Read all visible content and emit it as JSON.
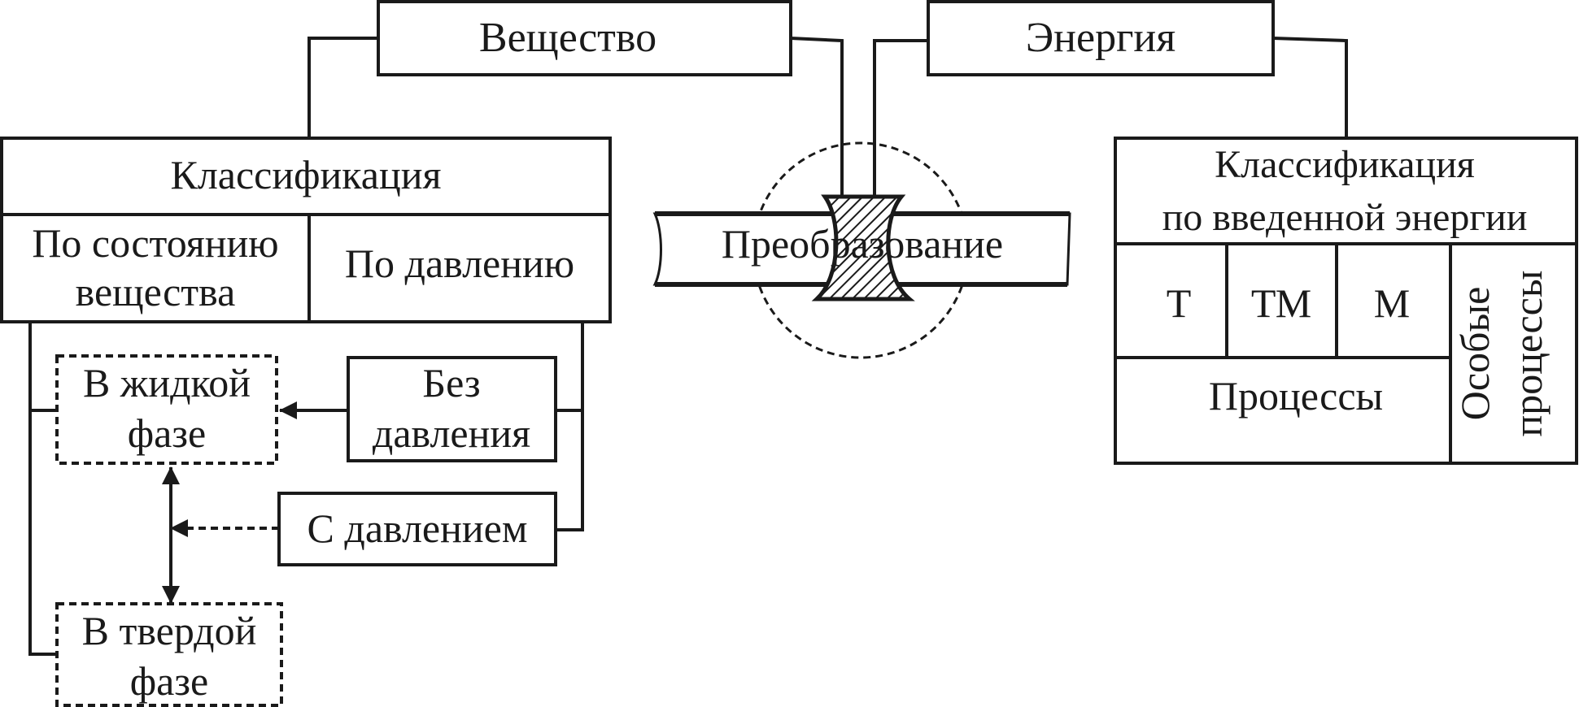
{
  "substance": {
    "title": "Вещество",
    "classification": "Классификация",
    "by_state_line1": "По состоянию",
    "by_state_line2": "вещества",
    "by_pressure": "По давлению",
    "liquid_line1": "В  жидкой",
    "liquid_line2": "фазе",
    "solid_line1": "В твердой",
    "solid_line2": "фазе",
    "no_pressure_line1": "Без",
    "no_pressure_line2": "давления",
    "with_pressure": "С давлением"
  },
  "center": {
    "transformation": "Преобразование"
  },
  "energy": {
    "title": "Энергия",
    "classification_line1": "Классификация",
    "classification_line2": "по введенной энергии",
    "types": [
      "Т",
      "ТМ",
      "М"
    ],
    "processes": "Процессы",
    "special_line1": "Особые",
    "special_line2": "процессы"
  }
}
